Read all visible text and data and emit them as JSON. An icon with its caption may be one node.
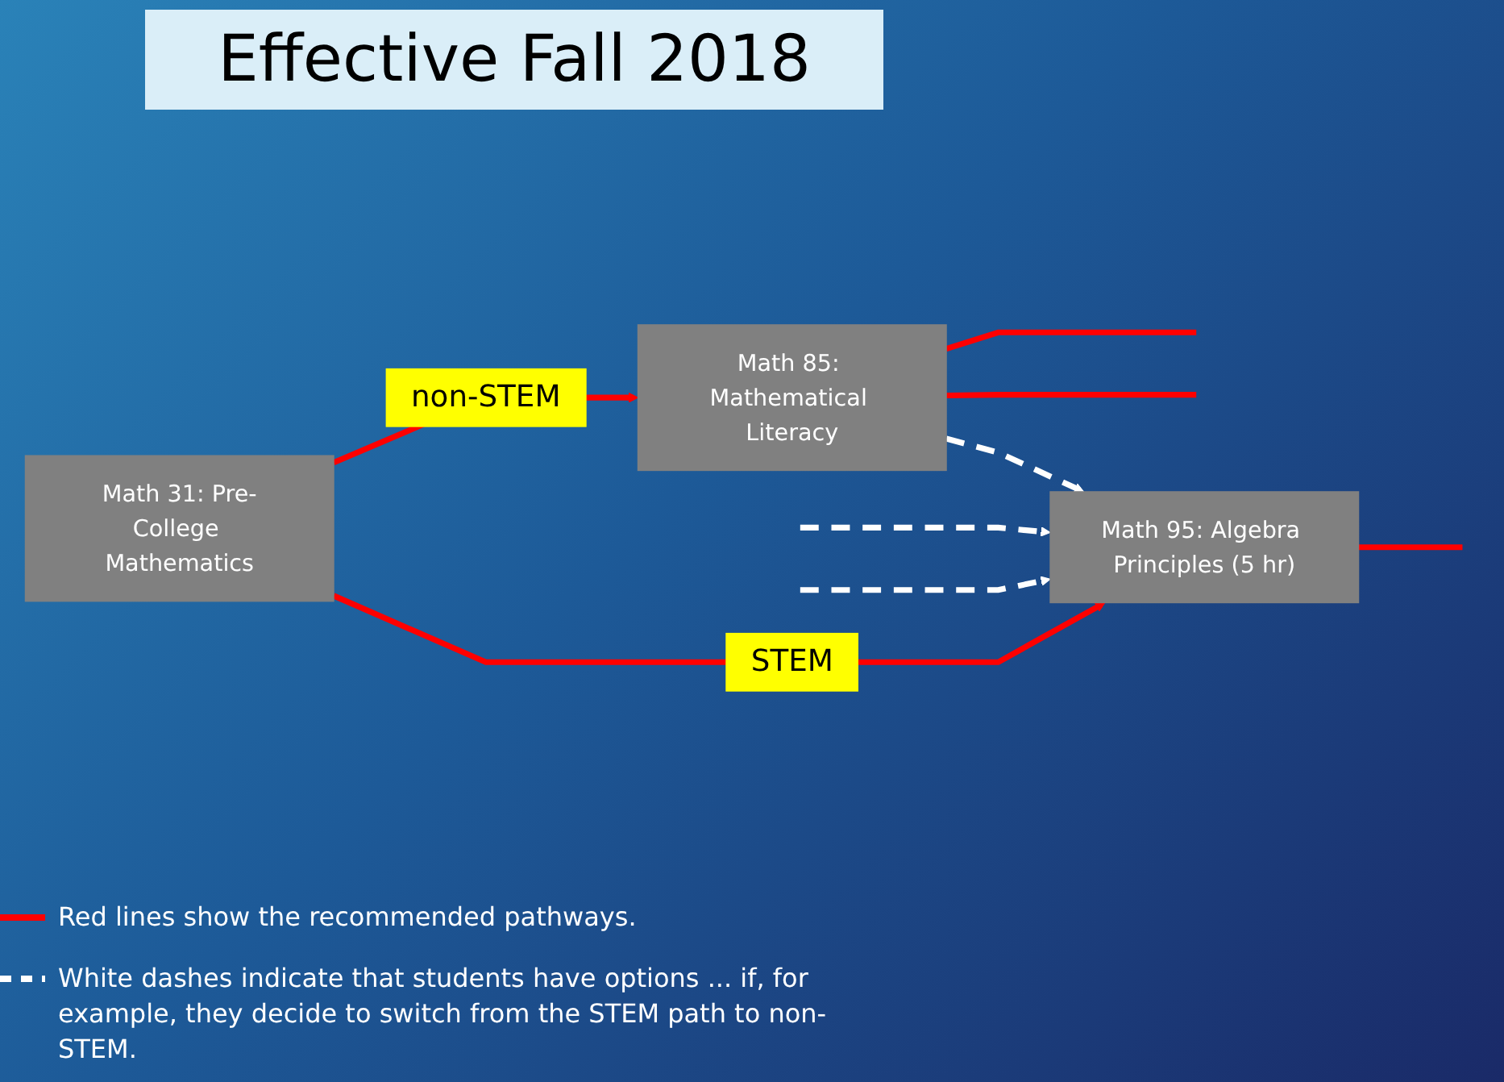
{
  "diagram": {
    "title": "Effective Fall 2018",
    "nodes": [
      {
        "text": [
          "Math 85: Mathematical Literacy"
        ]
      },
      {
        "text": [
          "Math 31: Pre-College Mathematics"
        ]
      },
      {
        "text": [
          "Math 95: Algebra Principles (5 hr)"
        ]
      }
    ],
    "edges": [
      {
        "from": 1,
        "to": 0,
        "arrow": "to",
        "label": "non-STEM"
      },
      {
        "from": 1,
        "to": 2,
        "arrow": "to",
        "label": "STEM"
      },
      {
        "from": 0,
        "to": null,
        "arrow": "none"
      },
      {
        "from": 0,
        "to": null,
        "arrow": "none"
      },
      {
        "from": 0,
        "to": 2,
        "arrow": "to",
        "style": "dashed",
        "color": "#ffffff"
      },
      {
        "from": null,
        "to": 2,
        "arrow": "to",
        "style": "dashed",
        "color": "#ffffff"
      },
      {
        "from": null,
        "to": 2,
        "arrow": "to",
        "style": "dashed",
        "color": "#ffffff"
      },
      {
        "from": 2,
        "to": null,
        "arrow": "none"
      }
    ],
    "legend": [
      {
        "text": "Red lines show the recommended pathways."
      },
      {
        "text": "White dashes indicate that students have options ... if, for example, they decide to switch from the STEM path to non-STEM."
      }
    ]
  }
}
